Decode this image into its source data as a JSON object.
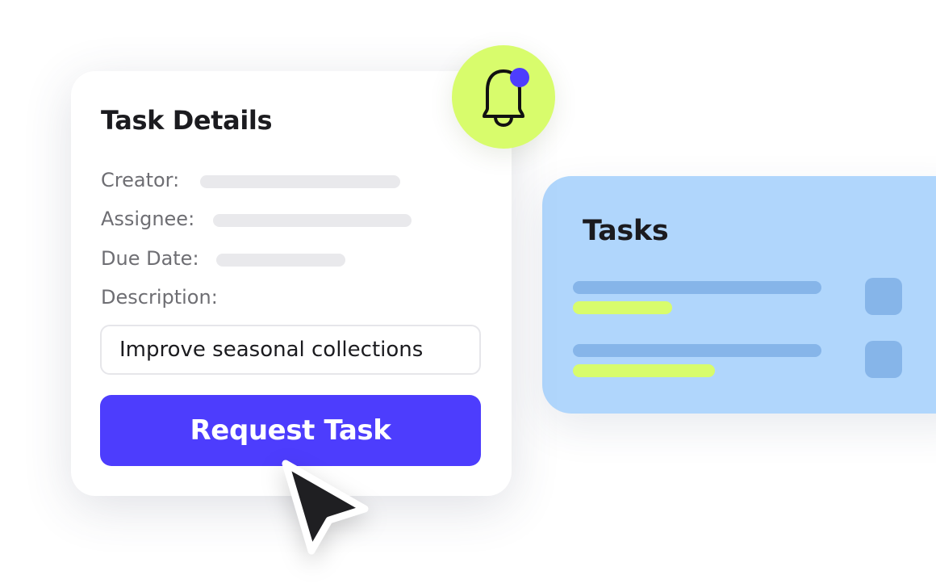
{
  "details_card": {
    "title": "Task Details",
    "fields": {
      "creator_label": "Creator:",
      "assignee_label": "Assignee:",
      "due_date_label": "Due Date:",
      "description_label": "Description:"
    },
    "description_value": "Improve seasonal collections",
    "request_button_label": "Request Task"
  },
  "tasks_panel": {
    "title": "Tasks",
    "rows": [
      {
        "progress": 0.4
      },
      {
        "progress": 0.57
      }
    ]
  },
  "notification": {
    "icon": "bell-icon",
    "has_unread": true
  },
  "colors": {
    "primary": "#4D3DFD",
    "accent": "#D8FC6C",
    "panel": "#B0D6FC",
    "panel_item": "#86B5E9"
  }
}
